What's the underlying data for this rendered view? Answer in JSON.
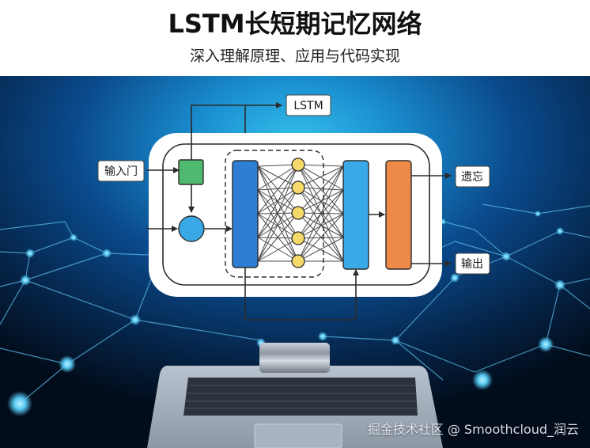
{
  "header": {
    "title": "LSTM长短期记忆网络",
    "subtitle": "深入理解原理、应用与代码实现"
  },
  "diagram": {
    "labels": {
      "top_output": "LSTM",
      "input_gate": "输入门",
      "forget": "遗忘",
      "output": "输出"
    },
    "components": {
      "gate_square": {
        "color": "#4fba6f",
        "name": "input-gate-square"
      },
      "merge_circle": {
        "color": "#3ba8e6",
        "name": "merge-node"
      },
      "layer_left": {
        "color": "#2e7fd3"
      },
      "hidden_nodes": {
        "count": 5,
        "color": "#f6d96b"
      },
      "layer_right": {
        "color": "#3aa9e8"
      },
      "output_block": {
        "color": "#ee8a47"
      }
    },
    "colors": {
      "header_bg": "#ffffff",
      "scene_center": "#2fb3e6",
      "scene_edge": "#03101f",
      "stroke": "#2b2b2b"
    }
  },
  "watermark": "掘金技术社区 @ Smoothcloud_润云"
}
